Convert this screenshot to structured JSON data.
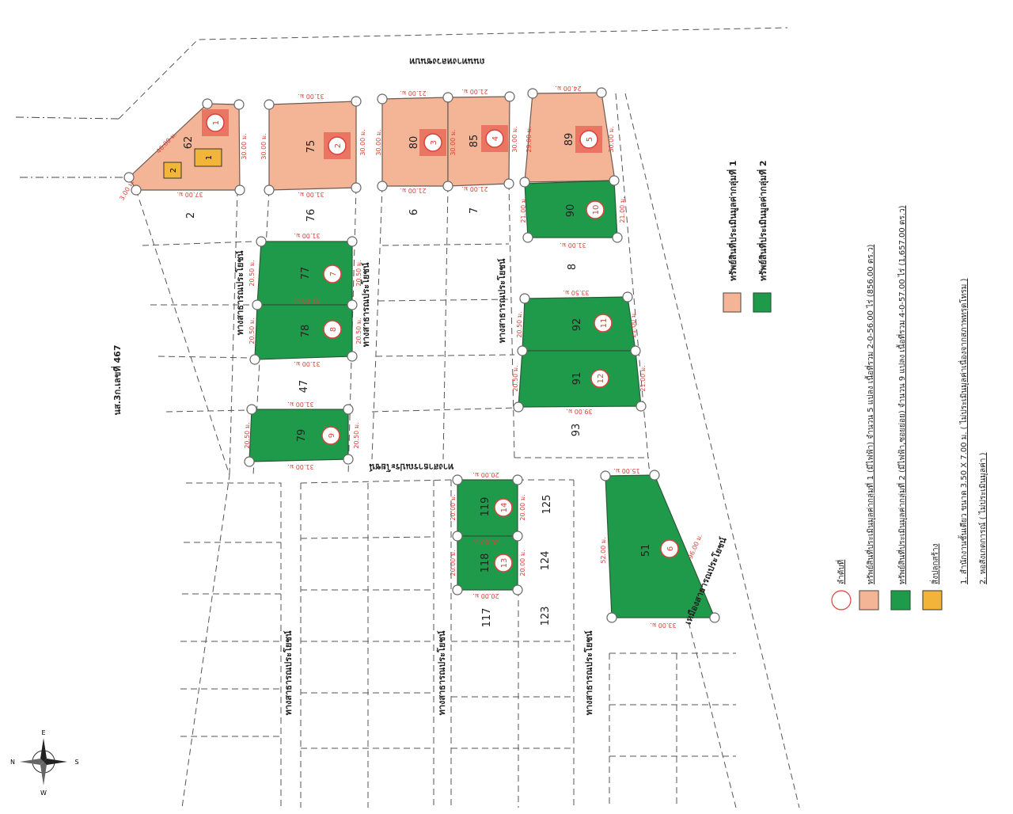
{
  "roads": {
    "highway": "ถนนทางหลวงชนบท",
    "public_way": "ทางสาธารณประโยชน์",
    "canal": "เหมืองสาธารณประโยชน์",
    "title_deed": "นส.3ก.เลขที่ 467"
  },
  "parcels": {
    "g1": [
      {
        "no": "62",
        "order": "1"
      },
      {
        "no": "75",
        "order": "2"
      },
      {
        "no": "80",
        "order": "3"
      },
      {
        "no": "85",
        "order": "4"
      },
      {
        "no": "89",
        "order": "5"
      }
    ],
    "g2": [
      {
        "no": "51",
        "order": "6"
      },
      {
        "no": "77",
        "order": "7"
      },
      {
        "no": "78",
        "order": "8"
      },
      {
        "no": "79",
        "order": "9"
      },
      {
        "no": "90",
        "order": "10"
      },
      {
        "no": "92",
        "order": "11"
      },
      {
        "no": "91",
        "order": "12"
      },
      {
        "no": "118",
        "order": "13"
      },
      {
        "no": "119",
        "order": "14"
      }
    ],
    "others": [
      "2",
      "76",
      "6",
      "7",
      "8",
      "47",
      "93",
      "125",
      "124",
      "123",
      "117"
    ]
  },
  "buildings": [
    "1",
    "2"
  ],
  "dims": {
    "d46": "46.00 ม.",
    "d37": "37.00 ม.",
    "d30": "30.00 ม.",
    "d31": "31.00 ม.",
    "d21": "21.00 ม.",
    "d24": "24.00 ม.",
    "d29": "29.00 ม.",
    "d3": "3.00 ม.",
    "d205": "20.50 ม.",
    "d335": "33.50 ม.",
    "d39": "39.00 ม.",
    "d20": "20.00 ม.",
    "d15": "15.00 ม.",
    "d52": "52.00 ม.",
    "d96": "96.00 ม.",
    "d33": "33.00 ม."
  },
  "map_legend": {
    "g1": "ทรัพย์สินที่ประเมินมูลค่ากลุ่มที่ 1",
    "g2": "ทรัพย์สินที่ประเมินมูลค่ากลุ่มที่ 2"
  },
  "legend": {
    "order": "ลำดับที่",
    "g1": "ทรัพย์สินที่ประเมินมูลค่ากลุ่มที่ 1 (มีไฟฟ้า) จำนวน 5 แปลง เนื้อที่รวม 2-0-56.00 ไร่ (856.00 ตร.ว)",
    "g2": "ทรัพย์สินที่ประเมินมูลค่ากลุ่มที่ 2 (มีไฟฟ้า,ซอยย่อย) จำนวน 9 แปลง เนื้อที่รวม 4-0-57.00 ไร่ (1,657.00 ตร.ว)",
    "buildings_title": "สิ่งปลูกสร้าง",
    "b1": "1. สำนักงานชั้นเดียว ขนาด 3.50 X 7.00 ม. ( ไม่ประเมินมูลค่าเนื่องจากสภาพทรุดโทรม )",
    "b2": "2. หอสังเกตการณ์ ( ไม่ประเมินมูลค่า )"
  },
  "compass": {
    "n": "N",
    "e": "E",
    "s": "S",
    "w": "W"
  },
  "colors": {
    "group1": "#f4b596",
    "group2": "#1f9a4b",
    "building": "#f2b53a",
    "order": "#d9423a"
  }
}
